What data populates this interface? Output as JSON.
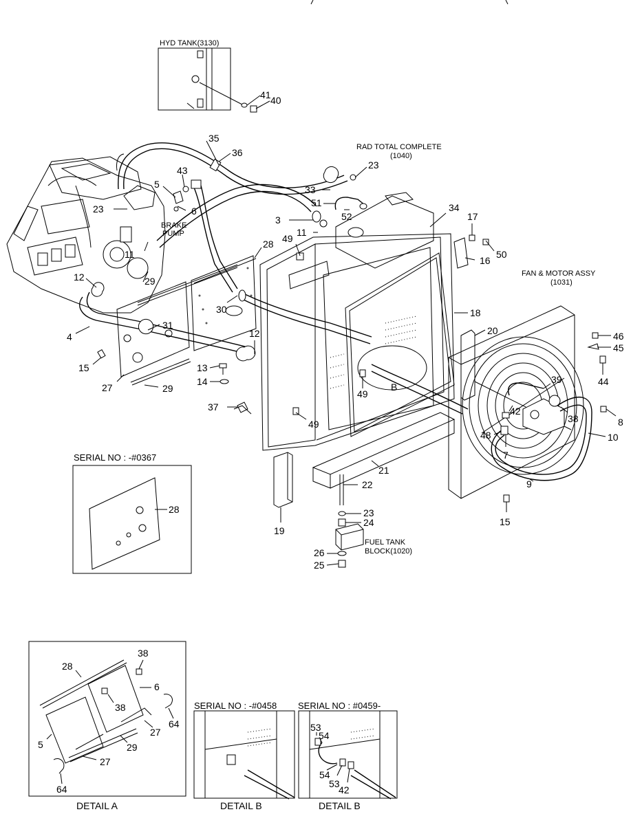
{
  "labels": {
    "hyd_tank": "HYD TANK(3130)",
    "rad_total_l1": "RAD TOTAL COMPLETE",
    "rad_total_l2": "(1040)",
    "brake_l1": "BRAKE",
    "brake_l2": "PUMP",
    "fan_motor_l1": "FAN & MOTOR ASSY",
    "fan_motor_l2": "(1031)",
    "fuel_l1": "FUEL TANK",
    "fuel_l2": "BLOCK(1020)",
    "b_marker": "B"
  },
  "serials": {
    "s0367": "SERIAL NO : -#0367",
    "s0458": "SERIAL NO : -#0458",
    "s0459": "SERIAL NO : #0459-"
  },
  "details": {
    "a": "DETAIL A",
    "b1": "DETAIL B",
    "b2": "DETAIL B"
  },
  "callouts": {
    "c41": "41",
    "c40": "40",
    "c35": "35",
    "c36": "36",
    "c23a": "23",
    "c43": "43",
    "c5": "5",
    "c6": "6",
    "c23b": "23",
    "c33": "33",
    "c51": "51",
    "c52": "52",
    "c3": "3",
    "c11a": "11",
    "c34": "34",
    "c17": "17",
    "c50": "50",
    "c16": "16",
    "c49a": "49",
    "c28a": "28",
    "c11b": "11",
    "c12a": "12",
    "c29a": "29",
    "c30": "30",
    "c18": "18",
    "c4": "4",
    "c31": "31",
    "c12b": "12",
    "c20": "20",
    "c46": "46",
    "c45": "45",
    "c15a": "15",
    "c13": "13",
    "c14": "14",
    "c27a": "27",
    "c29b": "29",
    "c49b": "49",
    "cB": "B",
    "c44": "44",
    "c39": "39",
    "c42a": "42",
    "c38a": "38",
    "c8": "8",
    "c37": "37",
    "c49c": "49",
    "c48": "48",
    "c7": "7",
    "c10": "10",
    "c21": "21",
    "c9": "9",
    "c22": "22",
    "c15b": "15",
    "c23c": "23",
    "c24": "24",
    "c19": "19",
    "c26": "26",
    "c25": "25",
    "c28b": "28",
    "d38": "38",
    "d28": "28",
    "d6": "6",
    "d38b": "38",
    "d64a": "64",
    "d27a": "27",
    "d5": "5",
    "d29": "29",
    "d27b": "27",
    "d64b": "64",
    "e53a": "53",
    "e54a": "54",
    "e54b": "54",
    "e53b": "53",
    "e42": "42"
  }
}
